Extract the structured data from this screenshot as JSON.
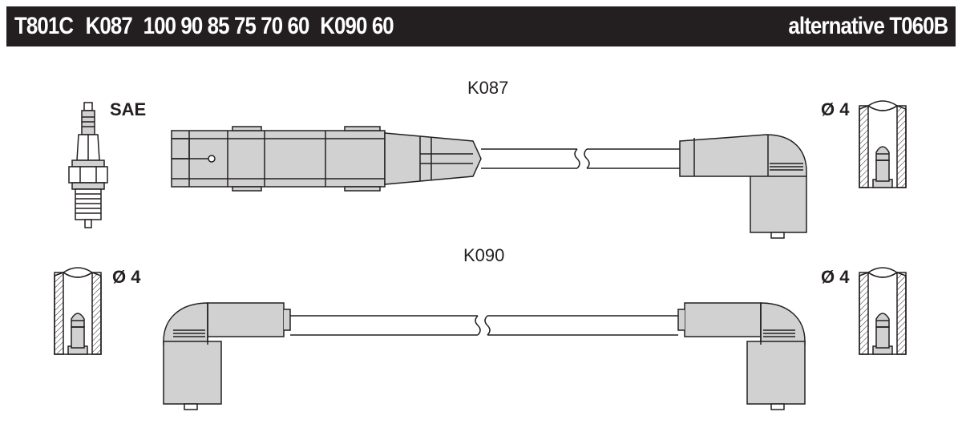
{
  "header": {
    "part_number": "T801C",
    "cable1_code": "K087",
    "cable1_lengths": "100 90 85 75 70 60",
    "cable2_code_length": "K090 60",
    "alternative": "alternative T060B"
  },
  "labels": {
    "cable_top": "K087",
    "cable_bottom": "K090",
    "spark_plug_type": "SAE",
    "terminal_diameter": "Ø 4"
  },
  "colors": {
    "header_bg": "#231f20",
    "header_text": "#ffffff",
    "boot_fill": "#d1d1d1",
    "boot_dark": "#a8a8a8",
    "line": "#231f20"
  }
}
